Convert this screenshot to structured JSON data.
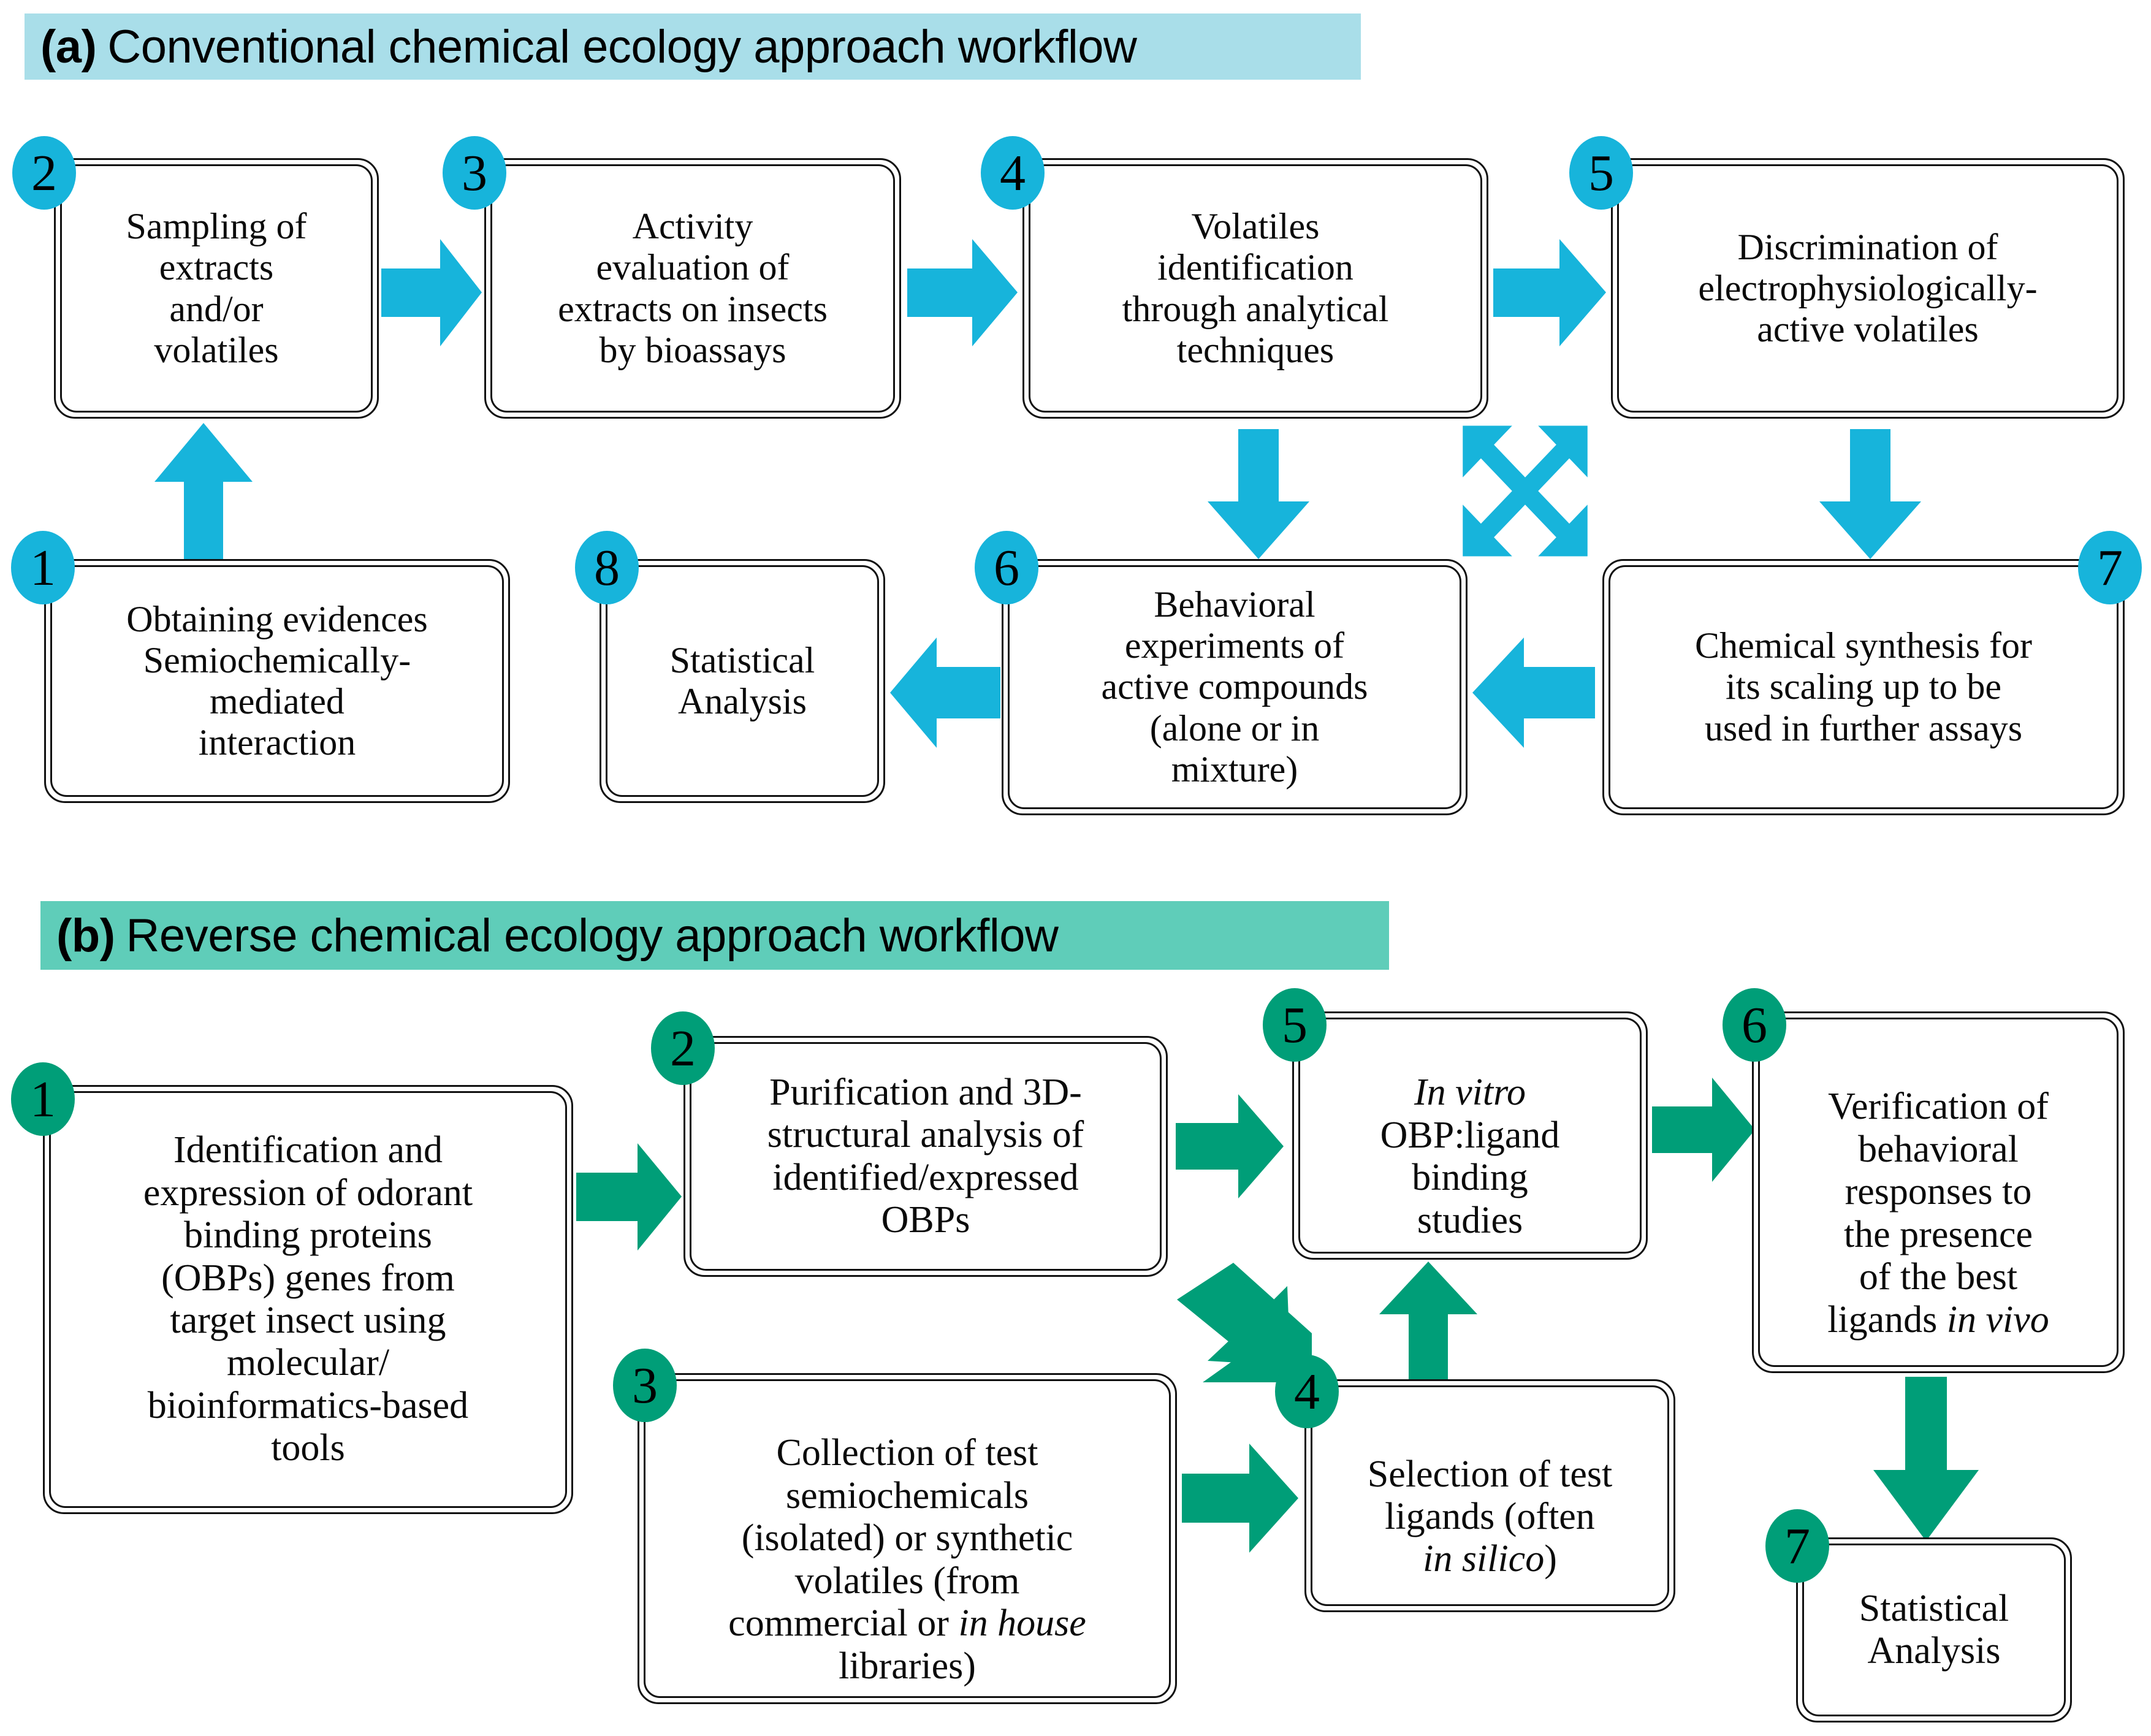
{
  "colors": {
    "banner_a_bg": "#A9DEE9",
    "banner_b_bg": "#5FCDB9",
    "badge_a": "#17B4DB",
    "badge_b": "#009E78",
    "arrow_a": "#17B4DB",
    "arrow_b": "#009E78",
    "box_border": "#111111",
    "text": "#0b0b0b"
  },
  "panel_a": {
    "banner": {
      "label": "(a)",
      "title": "Conventional chemical ecology approach workflow"
    },
    "steps": [
      {
        "number": "1",
        "text": "Obtaining evidences\nSemiochemically-\nmediated\ninteraction"
      },
      {
        "number": "2",
        "text": "Sampling of\nextracts\nand/or\nvolatiles"
      },
      {
        "number": "3",
        "text": "Activity\nevaluation of\nextracts on insects\nby bioassays"
      },
      {
        "number": "4",
        "text": "Volatiles\nidentification\nthrough analytical\ntechniques"
      },
      {
        "number": "5",
        "text": "Discrimination of\nelectrophysiologically-\nactive volatiles"
      },
      {
        "number": "6",
        "text": "Behavioral\nexperiments of\nactive compounds\n(alone or in\nmixture)"
      },
      {
        "number": "7",
        "text": "Chemical synthesis for\nits scaling up to be\nused in further assays"
      },
      {
        "number": "8",
        "text": "Statistical\nAnalysis"
      }
    ],
    "arrows": [
      {
        "name": "arrow-1-to-2",
        "kind": "up"
      },
      {
        "name": "arrow-2-to-3",
        "kind": "right"
      },
      {
        "name": "arrow-3-to-4",
        "kind": "right"
      },
      {
        "name": "arrow-4-to-5",
        "kind": "right"
      },
      {
        "name": "arrow-4-to-6",
        "kind": "down"
      },
      {
        "name": "arrow-5-to-7",
        "kind": "down"
      },
      {
        "name": "arrow-cross-4567",
        "kind": "four-way-diagonal"
      },
      {
        "name": "arrow-7-to-6",
        "kind": "left"
      },
      {
        "name": "arrow-6-to-8",
        "kind": "left"
      }
    ]
  },
  "panel_b": {
    "banner": {
      "label": "(b)",
      "title": "Reverse chemical ecology approach workflow"
    },
    "steps": [
      {
        "number": "1",
        "text": "Identification and\nexpression of odorant\nbinding proteins\n(OBPs) genes from\ntarget insect using\nmolecular/\nbioinformatics-based\ntools"
      },
      {
        "number": "2",
        "text": "Purification and 3D-\nstructural analysis of\nidentified/expressed\nOBPs"
      },
      {
        "number": "3",
        "text": "Collection of test\nsemiochemicals\n(isolated) or synthetic\nvolatiles (from\ncommercial or in house\nlibraries)",
        "italic_parts": [
          "in house"
        ]
      },
      {
        "number": "4",
        "text": "Selection of test\nligands (often\nin silico)",
        "italic_parts": [
          "in silico"
        ]
      },
      {
        "number": "5",
        "text": "In vitro\nOBP:ligand\nbinding\nstudies",
        "italic_parts": [
          "In vitro"
        ]
      },
      {
        "number": "6",
        "text": "Verification of\nbehavioral\nresponses to\nthe presence\nof the best\nligands in vivo",
        "italic_parts": [
          "in vivo"
        ]
      },
      {
        "number": "7",
        "text": "Statistical\nAnalysis"
      }
    ],
    "arrows": [
      {
        "name": "arrow-1-to-2",
        "kind": "right"
      },
      {
        "name": "arrow-2-to-5",
        "kind": "right"
      },
      {
        "name": "arrow-2-to-4",
        "kind": "diagonal-down-right"
      },
      {
        "name": "arrow-3-to-4",
        "kind": "right"
      },
      {
        "name": "arrow-4-to-5",
        "kind": "up"
      },
      {
        "name": "arrow-5-to-6",
        "kind": "right"
      },
      {
        "name": "arrow-6-to-7",
        "kind": "down"
      }
    ]
  }
}
